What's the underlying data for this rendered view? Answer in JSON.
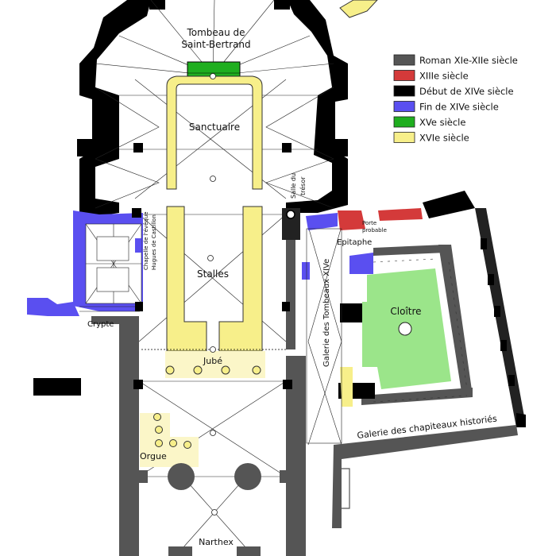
{
  "legend": [
    {
      "label": "Roman XIe-XIIe siècle",
      "color": "#555555"
    },
    {
      "label": "XIIIe siècle",
      "color": "#d43a3a"
    },
    {
      "label": "Début de XIVe siècle",
      "color": "#000000"
    },
    {
      "label": "Fin de XIVe siècle",
      "color": "#5a4ff0"
    },
    {
      "label": "XVe siècle",
      "color": "#1fae1f"
    },
    {
      "label": "XVIe siècle",
      "color": "#f7ef8a"
    }
  ],
  "labels": {
    "tombeau_line1": "Tombeau de",
    "tombeau_line2": "Saint-Bertrand",
    "sanctuaire": "Sanctuaire",
    "salle_tresor_1": "Salle du",
    "salle_tresor_2": "trésor",
    "chapel_1": "Chapelle de l'évêque",
    "chapel_2": "Hugues de Castillon",
    "stalles": "Stalles",
    "porte_1": "Porte",
    "porte_2": "probable",
    "epitaphe": "Epitaphe",
    "galerie_tombeaux": "Galerie des Tombeaux XIVe",
    "cloitre": "Cloître",
    "crypte": "Crypte",
    "jube": "Jubé",
    "galerie_chapiteaux": "Galerie des chapiteaux historiés",
    "orgue": "Orgue",
    "narthex": "Narthex"
  },
  "colors": {
    "wall": "#555555",
    "black": "#000000",
    "red": "#d43a3a",
    "blue": "#5a4ff0",
    "green": "#1fae1f",
    "yellow": "#f7ef8a",
    "lightyellow": "#fbf6c8",
    "cloister": "#9be58a"
  }
}
